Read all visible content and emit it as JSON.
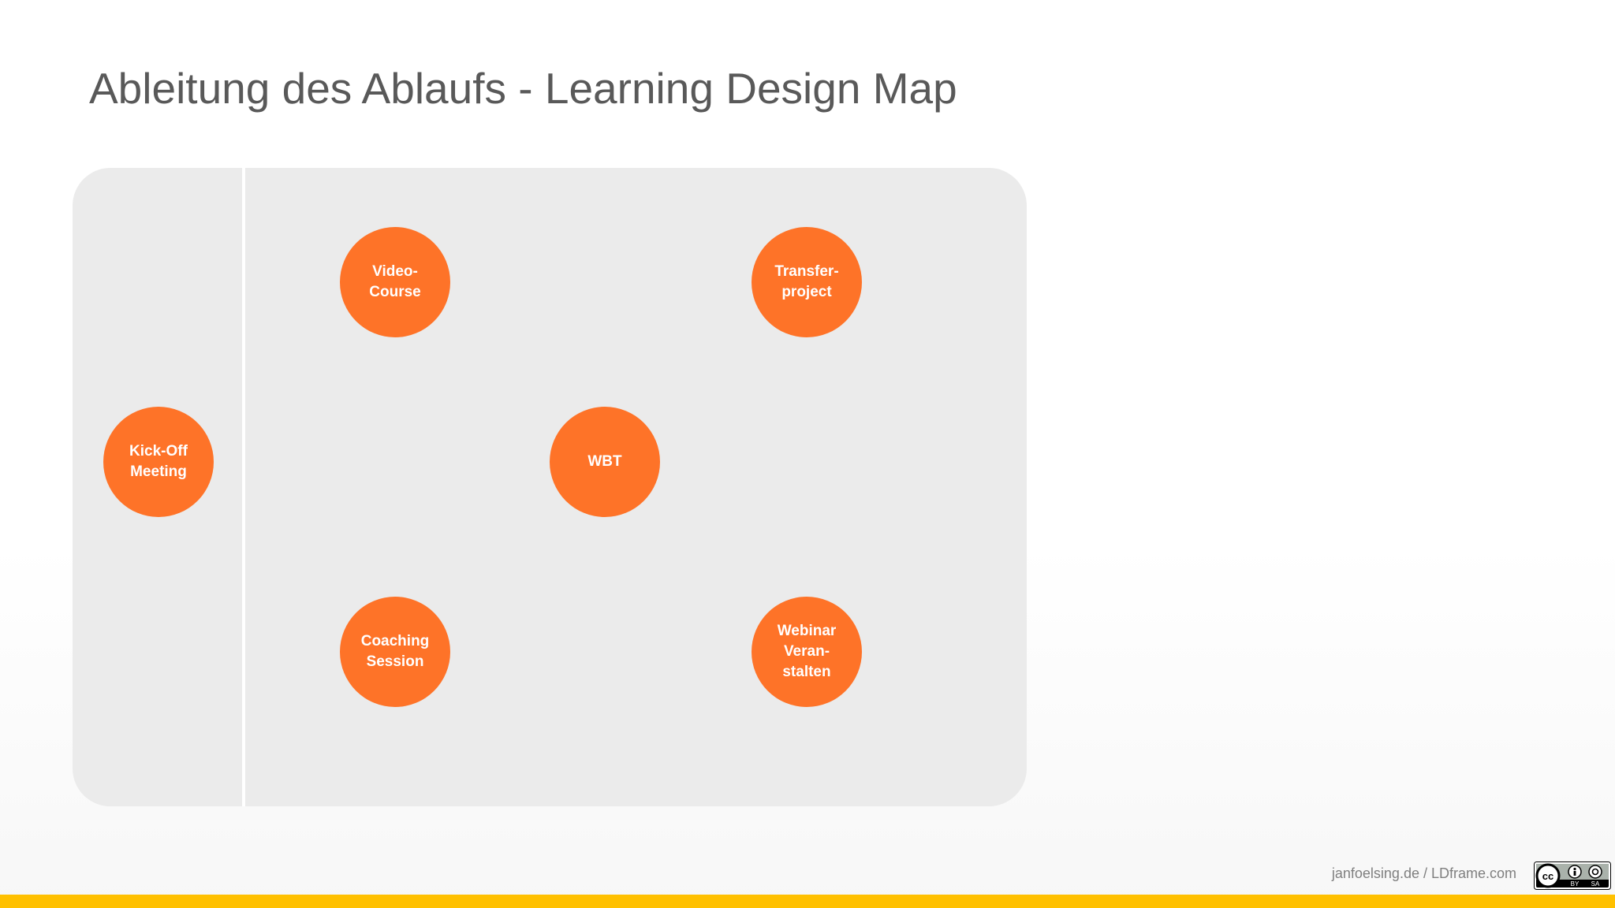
{
  "title": "Ableitung des Ablaufs - Learning Design Map",
  "nodes": {
    "kickoff": "Kick-Off\nMeeting",
    "video": "Video-\nCourse",
    "transfer": "Transfer-\nproject",
    "wbt": "WBT",
    "coaching": "Coaching\nSession",
    "webinar": "Webinar\nVeran-\nstalten"
  },
  "footer": "janfoelsing.de / LDframe.com",
  "license": {
    "cc": "cc",
    "by": "BY",
    "sa": "SA"
  },
  "colors": {
    "node": "#fe7328",
    "panel": "#ebebeb",
    "title": "#595959",
    "bar": "#ffc000"
  }
}
